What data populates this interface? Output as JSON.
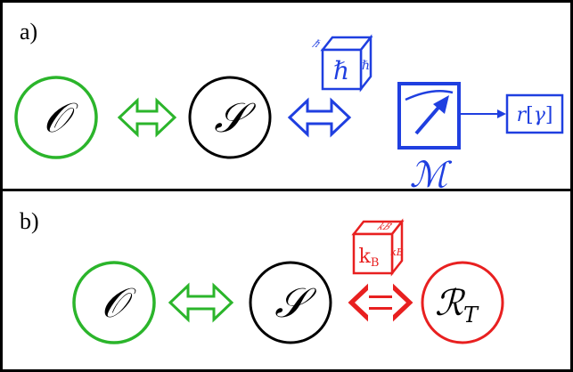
{
  "panel_a": {
    "label": "a)",
    "observer": {
      "symbol": "𝒪",
      "color": "#2bb52b"
    },
    "system": {
      "symbol": "𝒮",
      "color": "#000000"
    },
    "cube": {
      "front": "ℏ",
      "top": "ℏ",
      "side": "ℏ",
      "color": "#1f3fe0"
    },
    "meter": {
      "symbol": "ℳ",
      "color": "#1f3fe0"
    },
    "result": {
      "text_r": "r",
      "text_bracket_open": "[",
      "text_gamma": "γ",
      "text_bracket_close": "]",
      "color": "#1f3fe0"
    }
  },
  "panel_b": {
    "label": "b)",
    "observer": {
      "symbol": "𝒪",
      "color": "#2bb52b"
    },
    "system": {
      "symbol": "𝒮",
      "color": "#000000"
    },
    "cube": {
      "front": "k",
      "front_sub": "B",
      "top": "kB",
      "side": "kB",
      "color": "#e82020"
    },
    "reservoir": {
      "symbol": "ℛ",
      "subscript": "T",
      "color": "#e82020"
    }
  },
  "colors": {
    "green": "#2bb52b",
    "blue": "#1f3fe0",
    "red": "#e82020",
    "black": "#000000"
  }
}
